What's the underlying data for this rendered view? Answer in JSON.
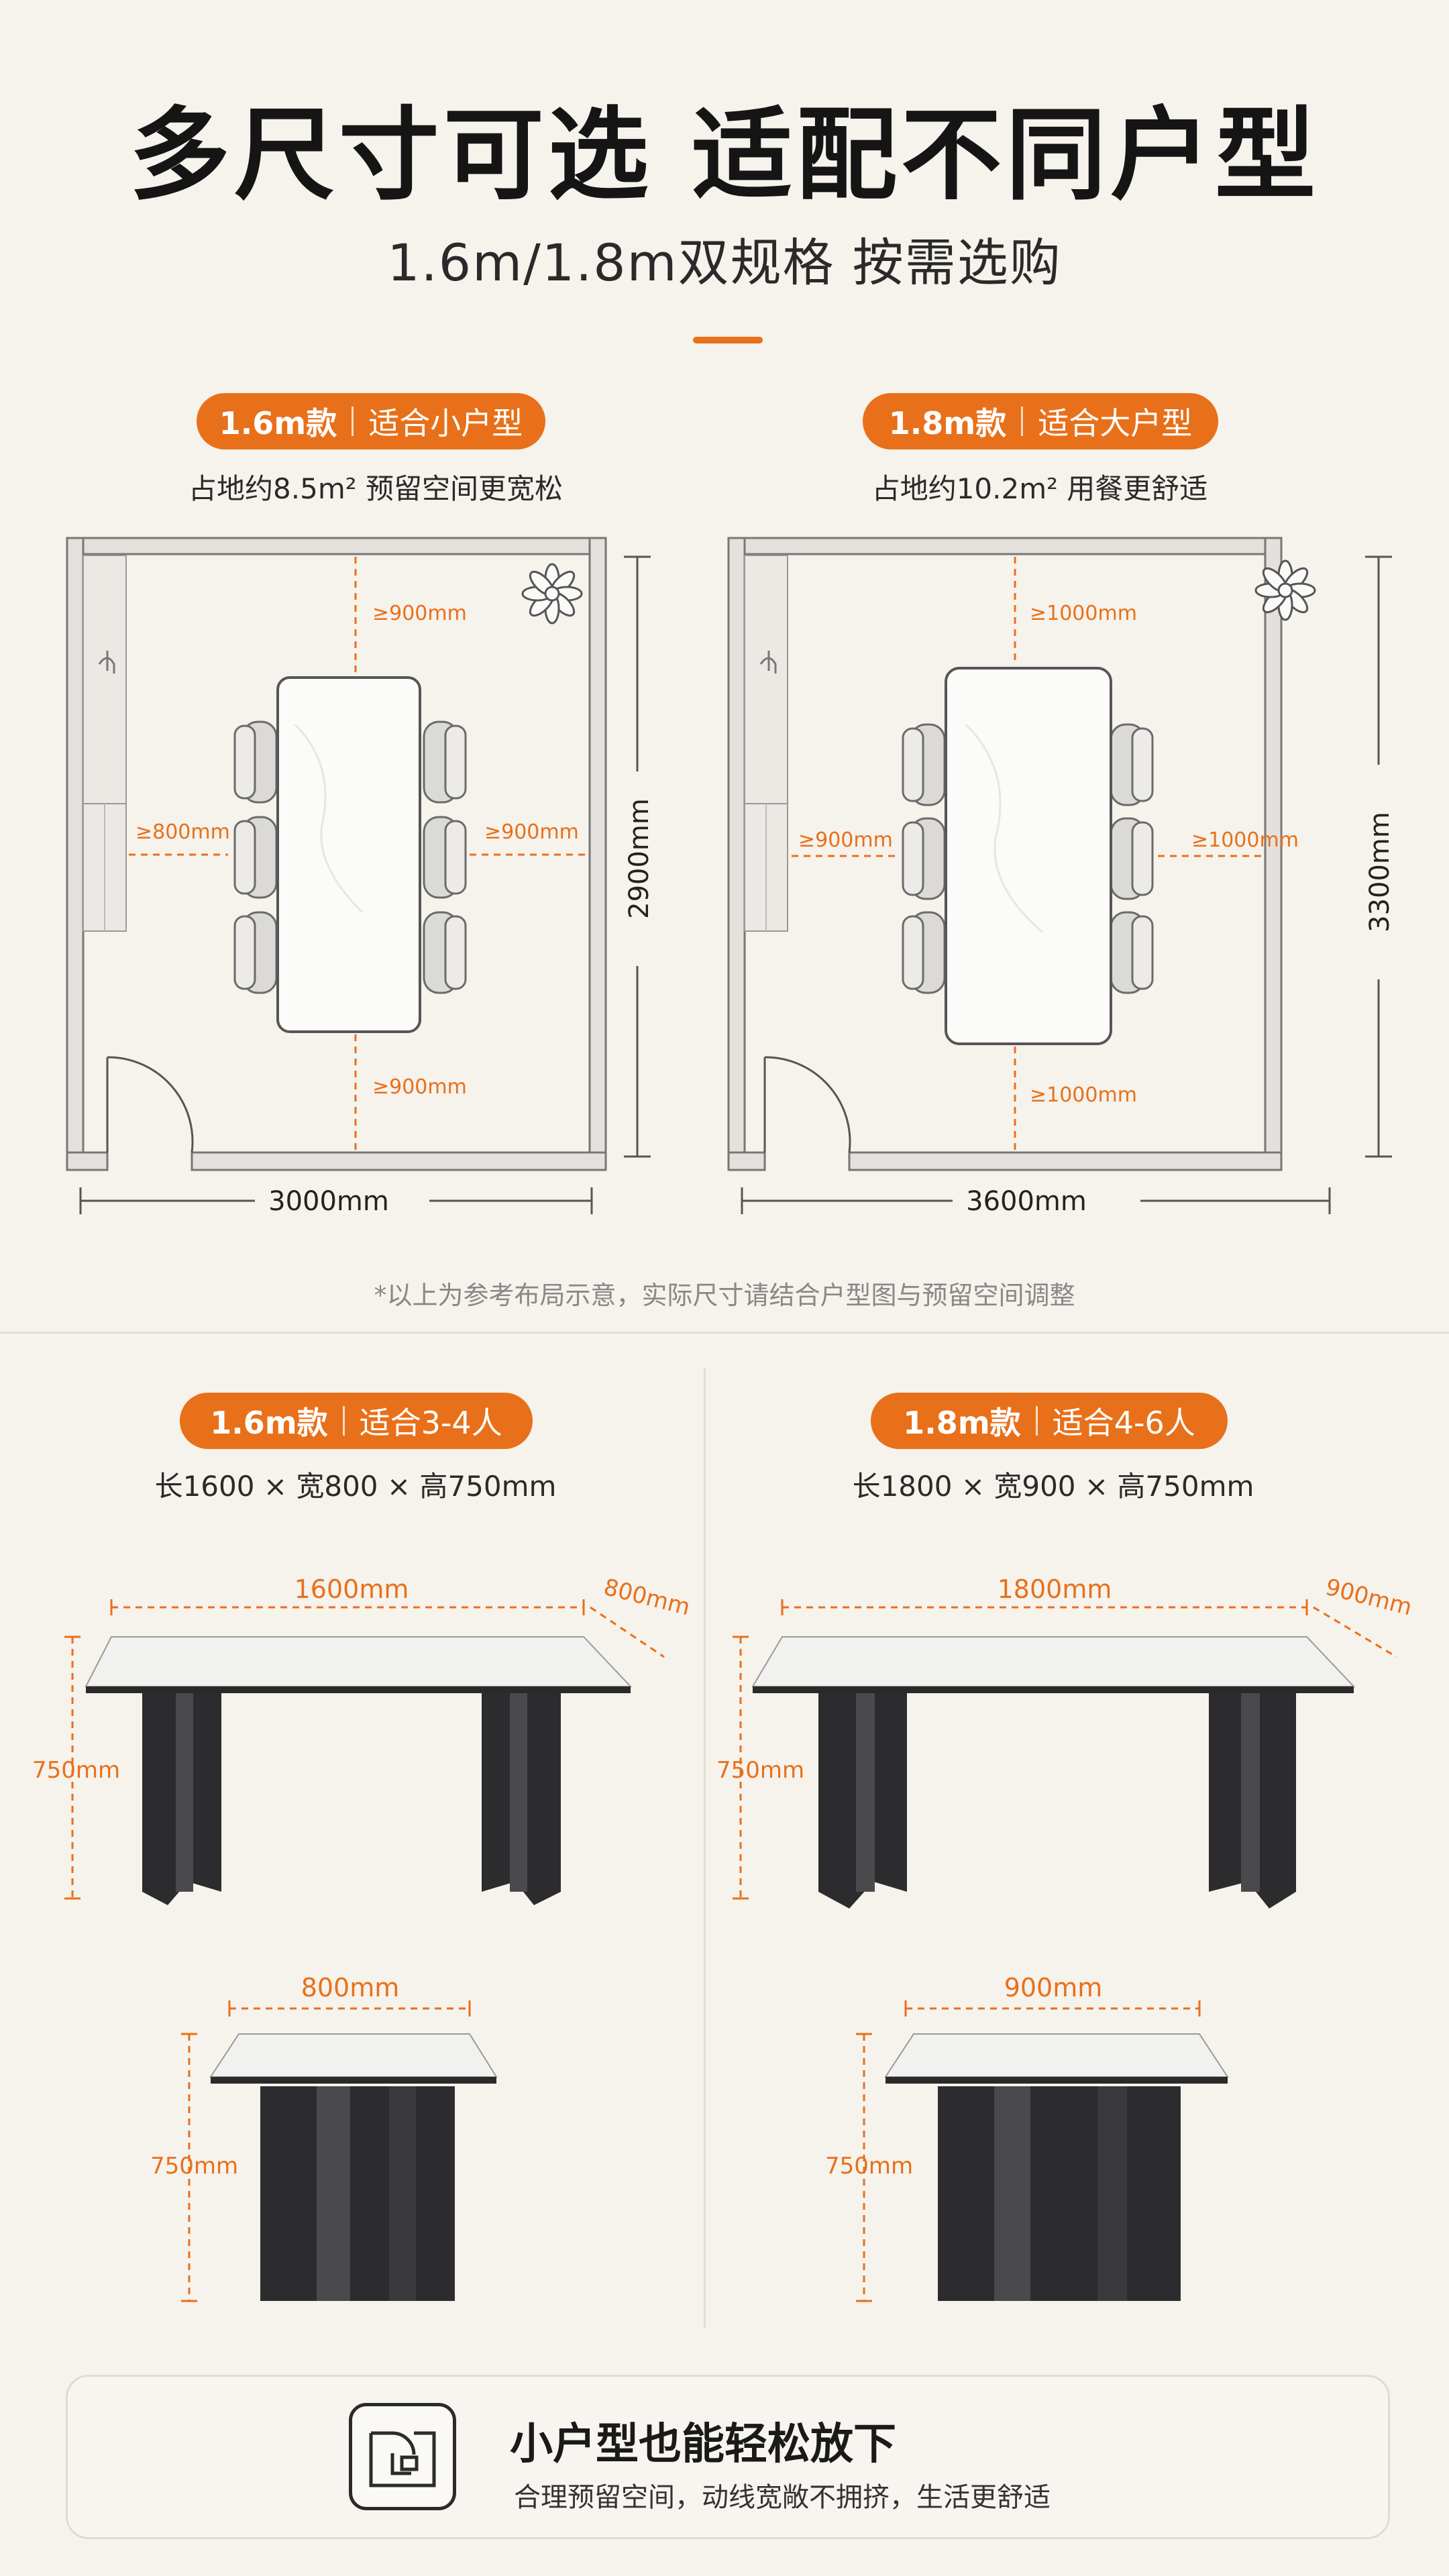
{
  "header": {
    "title": "多尺寸可选 适配不同户型",
    "subtitle": "1.6m/1.8m双规格 按需选购"
  },
  "colors": {
    "accent": "#e8701a",
    "background": "#f6f2ec",
    "leg": "#2c2c2e",
    "top": "#f1f1ef"
  },
  "layouts": [
    {
      "pill_main": "1.6m款",
      "pill_sub": "适合小户型",
      "caption": "占地约8.5m² 预留空间更宽松",
      "room_width": "3000mm",
      "room_height": "2900mm",
      "top_gap": "≥900mm",
      "bottom_gap": "≥900mm",
      "left_gap": "≥800mm",
      "right_gap": "≥900mm"
    },
    {
      "pill_main": "1.8m款",
      "pill_sub": "适合大户型",
      "caption": "占地约10.2m² 用餐更舒适",
      "room_width": "3600mm",
      "room_height": "3300mm",
      "top_gap": "≥1000mm",
      "bottom_gap": "≥1000mm",
      "left_gap": "≥900mm",
      "right_gap": "≥1000mm"
    }
  ],
  "note": "*以上为参考布局示意，实际尺寸请结合户型图与预留空间调整",
  "tables": [
    {
      "pill_main": "1.6m款",
      "pill_sub": "适合3-4人",
      "dims": "长1600 × 宽800 × 高750mm",
      "length": "1600mm",
      "depth": "800mm",
      "height": "750mm",
      "side_width": "800mm",
      "side_height": "750mm"
    },
    {
      "pill_main": "1.8m款",
      "pill_sub": "适合4-6人",
      "dims": "长1800 × 宽900 × 高750mm",
      "length": "1800mm",
      "depth": "900mm",
      "height": "750mm",
      "side_width": "900mm",
      "side_height": "750mm"
    }
  ],
  "card": {
    "icon": "floorplan-icon",
    "title": "小户型也能轻松放下",
    "subtitle": "合理预留空间，动线宽敞不拥挤，生活更舒适"
  }
}
